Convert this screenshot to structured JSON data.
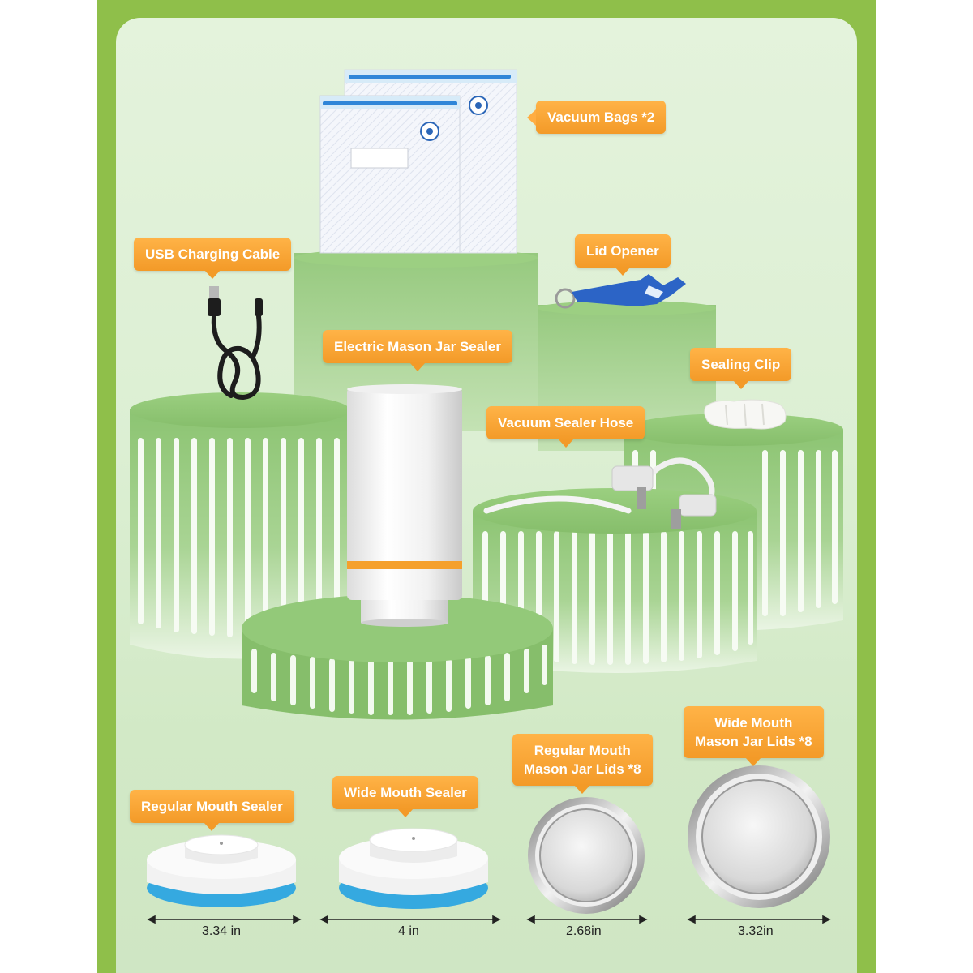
{
  "callouts": {
    "vacuum_bags": "Vacuum Bags *2",
    "usb_cable": "USB Charging Cable",
    "lid_opener": "Lid Opener",
    "mason_sealer": "Electric Mason Jar Sealer",
    "sealing_clip": "Sealing Clip",
    "sealer_hose": "Vacuum Sealer Hose",
    "regular_sealer": "Regular Mouth Sealer",
    "wide_sealer": "Wide Mouth Sealer",
    "regular_lids_line1": "Regular Mouth",
    "regular_lids_line2": "Mason Jar Lids *8",
    "wide_lids_line1": "Wide Mouth",
    "wide_lids_line2": "Mason Jar Lids *8"
  },
  "dimensions": {
    "regular_sealer": "3.34 in",
    "wide_sealer": "4 in",
    "regular_lid": "2.68in",
    "wide_lid": "3.32in"
  },
  "colors": {
    "frame_green": "#8fbf4a",
    "pedestal_green": "#92c676",
    "callout_orange": "#f7a233",
    "sealer_blue": "#3ab0e6",
    "sealer_orange_band": "#f5a02c"
  },
  "icons": [
    "usb-cable-icon",
    "lid-opener-icon",
    "sealing-clip-icon",
    "vacuum-hose-icon",
    "vacuum-bag-icon",
    "jar-lid-icon"
  ]
}
